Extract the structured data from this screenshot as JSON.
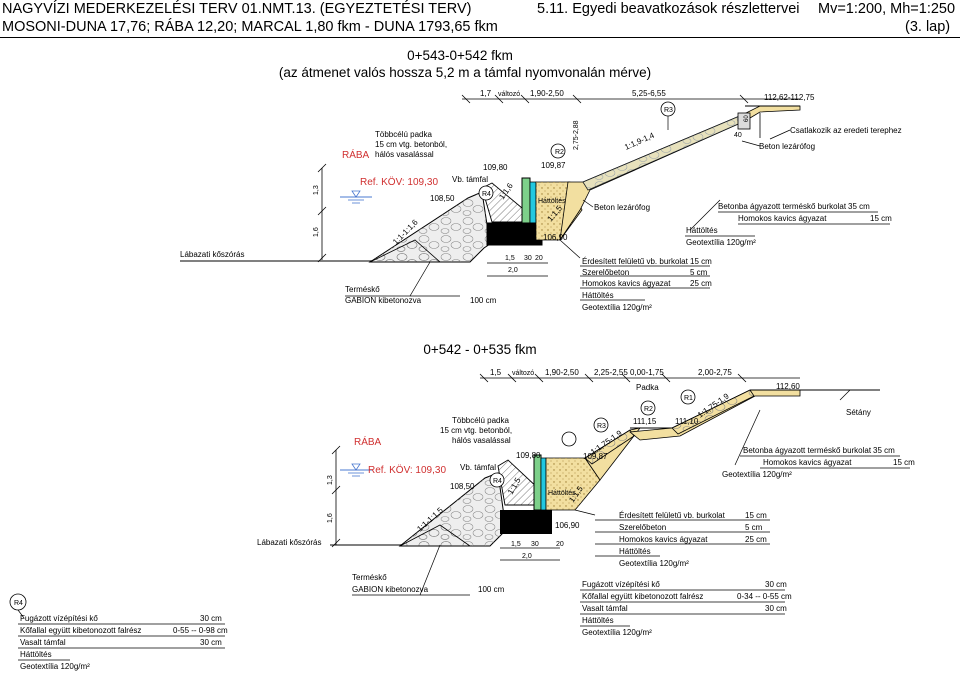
{
  "header": {
    "title_left_1": "NAGYVÍZI MEDERKEZELÉSI TERV 01.NMT.13. (EGYEZTETÉSI TERV)",
    "title_left_2": "MOSONI-DUNA 17,76; RÁBA 12,20; MARCAL 1,80 fkm - DUNA 1793,65 fkm",
    "title_mid": "5.11. Egyedi beavatkozások részlettervei",
    "scale": "Mv=1:200, Mh=1:250",
    "sheet": "(3. lap)"
  },
  "section1": {
    "title": "0+543-0+542 fkm",
    "subtitle": "(az átmenet valós hossza 5,2 m a támfal nyomvonalán mérve)",
    "dims_top": [
      "1,7",
      "változó",
      "1,90-2,50",
      "5,25-6,55"
    ],
    "elev_right": "112,62-112,75",
    "river": "RÁBA",
    "ref": "Ref. KÖV: 109,30",
    "multi_path": [
      "Többcélú padka",
      "15 cm vtg. betonból,",
      "hálós vasalással"
    ],
    "wall_label": "Vb. támfal",
    "elevations": [
      "109,80",
      "109,87",
      "108,50",
      "106,90"
    ],
    "slopes": [
      "1:1-1:1,6",
      "1:1,6",
      "1:1,9-1,4",
      "1:1,5"
    ],
    "side_dims": [
      "1,3",
      "1,6",
      "2,75-2,88",
      "60",
      "40"
    ],
    "bottom_dims": [
      "1,5",
      "30",
      "20",
      "2,0"
    ],
    "backfill": "Háttöltés",
    "beton_lezaro": "Beton lezárófog",
    "beton_lezaro_right": "Beton lezárófog",
    "connect": "Csatlakozik az eredeti terephez",
    "toe": "Lábazati kőszórás",
    "gabion": [
      "Terméskő",
      "GABION kibetonozva"
    ],
    "gabion_dim": "100 cm",
    "markers": [
      "R2",
      "R3",
      "R4"
    ],
    "layers_mid": [
      {
        "name": "Érdesített felületű vb. burkolat",
        "thick": "15 cm"
      },
      {
        "name": "Szerelőbeton",
        "thick": "5 cm"
      },
      {
        "name": "Homokos kavics ágyazat",
        "thick": "25 cm"
      },
      {
        "name": "Háttöltés",
        "thick": ""
      },
      {
        "name": "Geotextília 120g/m²",
        "thick": ""
      }
    ],
    "layers_right": [
      {
        "name": "Betonba ágyazott terméskő burkolat",
        "thick": "35 cm"
      },
      {
        "name": "Homokos kavics ágyazat",
        "thick": "15 cm"
      },
      {
        "name": "Háttöltés",
        "thick": ""
      },
      {
        "name": "Geotextília 120g/m²",
        "thick": ""
      }
    ]
  },
  "section2": {
    "title": "0+542 - 0+535 fkm",
    "dims_top": [
      "1,5",
      "változó",
      "1,90-2,50",
      "2,25-2,55",
      "0,00-1,75",
      "2,00-2,75"
    ],
    "padka": "Padka",
    "elev_right": "112,60",
    "setany": "Sétány",
    "river": "RÁBA",
    "ref": "Ref. KÖV: 109,30",
    "multi_path": [
      "Többcélú padka",
      "15 cm vtg. betonból,",
      "hálós vasalással"
    ],
    "wall_label": "Vb. támfal",
    "elevations": [
      "109,80",
      "108,50",
      "106,90",
      "111,15",
      "111,10",
      "109,87"
    ],
    "slopes": [
      "1:1-1:1,5",
      "1:1,75-1,9",
      "1:1,75-1,9",
      "1:1,5",
      "1:1,5"
    ],
    "side_dims": [
      "1,3",
      "1,6"
    ],
    "bottom_dims": [
      "1,5",
      "30",
      "20",
      "2,0"
    ],
    "backfill": "Háttöltés",
    "toe": "Lábazati kőszórás",
    "gabion": [
      "Terméskő",
      "GABION kibetonozva"
    ],
    "gabion_dim": "100 cm",
    "markers": [
      "R1",
      "R2",
      "R3",
      "R4"
    ],
    "layers_mid": [
      {
        "name": "Érdesített felületű vb. burkolat",
        "thick": "15 cm"
      },
      {
        "name": "Szerelőbeton",
        "thick": "5 cm"
      },
      {
        "name": "Homokos kavics ágyazat",
        "thick": "25 cm"
      },
      {
        "name": "Háttöltés",
        "thick": ""
      },
      {
        "name": "Geotextília 120g/m²",
        "thick": ""
      }
    ],
    "layers_right": [
      {
        "name": "Betonba ágyazott terméskő burkolat",
        "thick": "35 cm"
      },
      {
        "name": "Homokos kavics ágyazat",
        "thick": "15 cm"
      },
      {
        "name": "Geotextília 120g/m²",
        "thick": ""
      }
    ]
  },
  "legend_r4": {
    "marker": "R4",
    "rows": [
      {
        "name": "Fugázott vízépítési kő",
        "thick": "30 cm"
      },
      {
        "name": "Kőfallal együtt kibetonozott falrész",
        "thick": "0-55 -- 0-98 cm"
      },
      {
        "name": "Vasalt támfal",
        "thick": "30 cm"
      },
      {
        "name": "Háttöltés",
        "thick": ""
      },
      {
        "name": "Geotextília 120g/m²",
        "thick": ""
      }
    ]
  },
  "legend_bottom_right": {
    "rows": [
      {
        "name": "Fugázott vízépítési kő",
        "thick": "30 cm"
      },
      {
        "name": "Kőfallal együtt kibetonozott falrész",
        "thick": "0-34 -- 0-55 cm"
      },
      {
        "name": "Vasalt támfal",
        "thick": "30 cm"
      },
      {
        "name": "Háttöltés",
        "thick": ""
      },
      {
        "name": "Geotextília 120g/m²",
        "thick": ""
      }
    ]
  },
  "colors": {
    "backfill": "#f2dfa0",
    "concrete_green": "#7dd08a",
    "cyan_layer": "#22c8e0",
    "rock": "#e6e6e6",
    "water": "#4a78d0",
    "black": "#000000"
  }
}
